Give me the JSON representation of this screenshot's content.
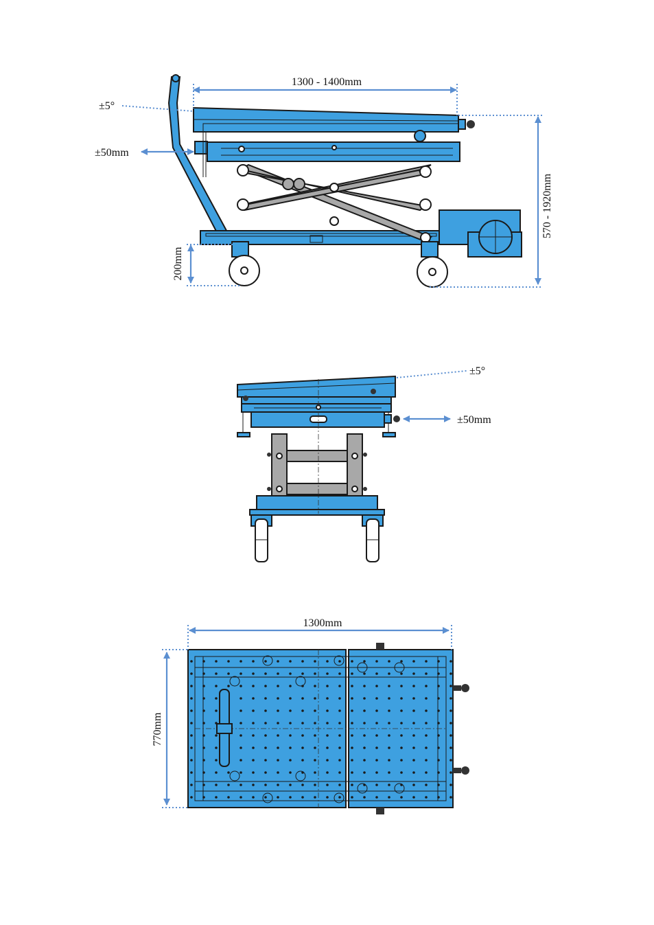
{
  "colors": {
    "body": "#3ea0e0",
    "scissor": "#a8a8a8",
    "dimension": "#5b8fd1",
    "outline": "#1a1a1a",
    "wheel": "#ffffff"
  },
  "side_view": {
    "length_label": "1300 - 1400mm",
    "tilt_label": "±5°",
    "shift_label": "±50mm",
    "height_label": "570 - 1920mm",
    "ground_label": "200mm"
  },
  "front_view": {
    "tilt_label": "±5°",
    "shift_label": "±50mm"
  },
  "top_view": {
    "width_label": "1300mm",
    "depth_label": "770mm"
  }
}
